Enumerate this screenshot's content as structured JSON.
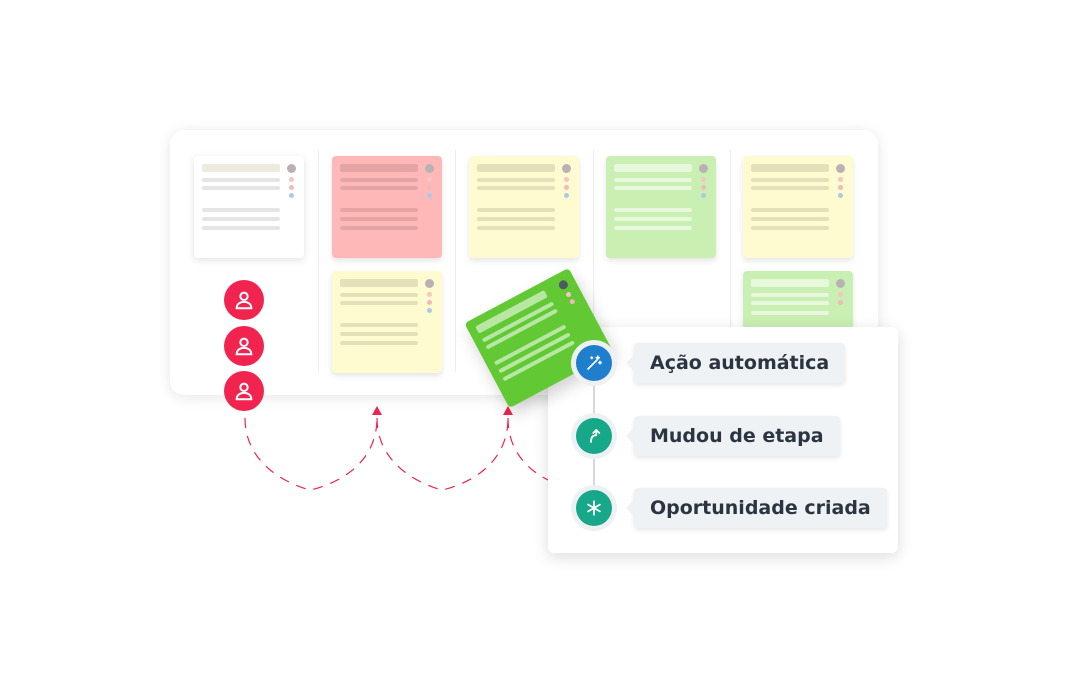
{
  "board": {
    "columns": [
      "col-1",
      "col-2",
      "col-3",
      "col-4",
      "col-5"
    ],
    "colors": {
      "white": "#ffffff",
      "red": "#ffb8b8",
      "yellow": "#fefbd0",
      "green": "#c9efb2",
      "dragging_green": "#62c935",
      "user_accent": "#f1234f"
    },
    "card_avatar_count": "1"
  },
  "users": [
    "user-icon",
    "user-icon",
    "user-icon"
  ],
  "timeline": {
    "events": [
      {
        "label": "Ação automática",
        "icon": "magic-wand-icon",
        "color": "#1f7fcc"
      },
      {
        "label": "Mudou de etapa",
        "icon": "turn-up-arrow-icon",
        "color": "#17a889"
      },
      {
        "label": "Oportunidade criada",
        "icon": "asterisk-icon",
        "color": "#17a889"
      }
    ]
  }
}
